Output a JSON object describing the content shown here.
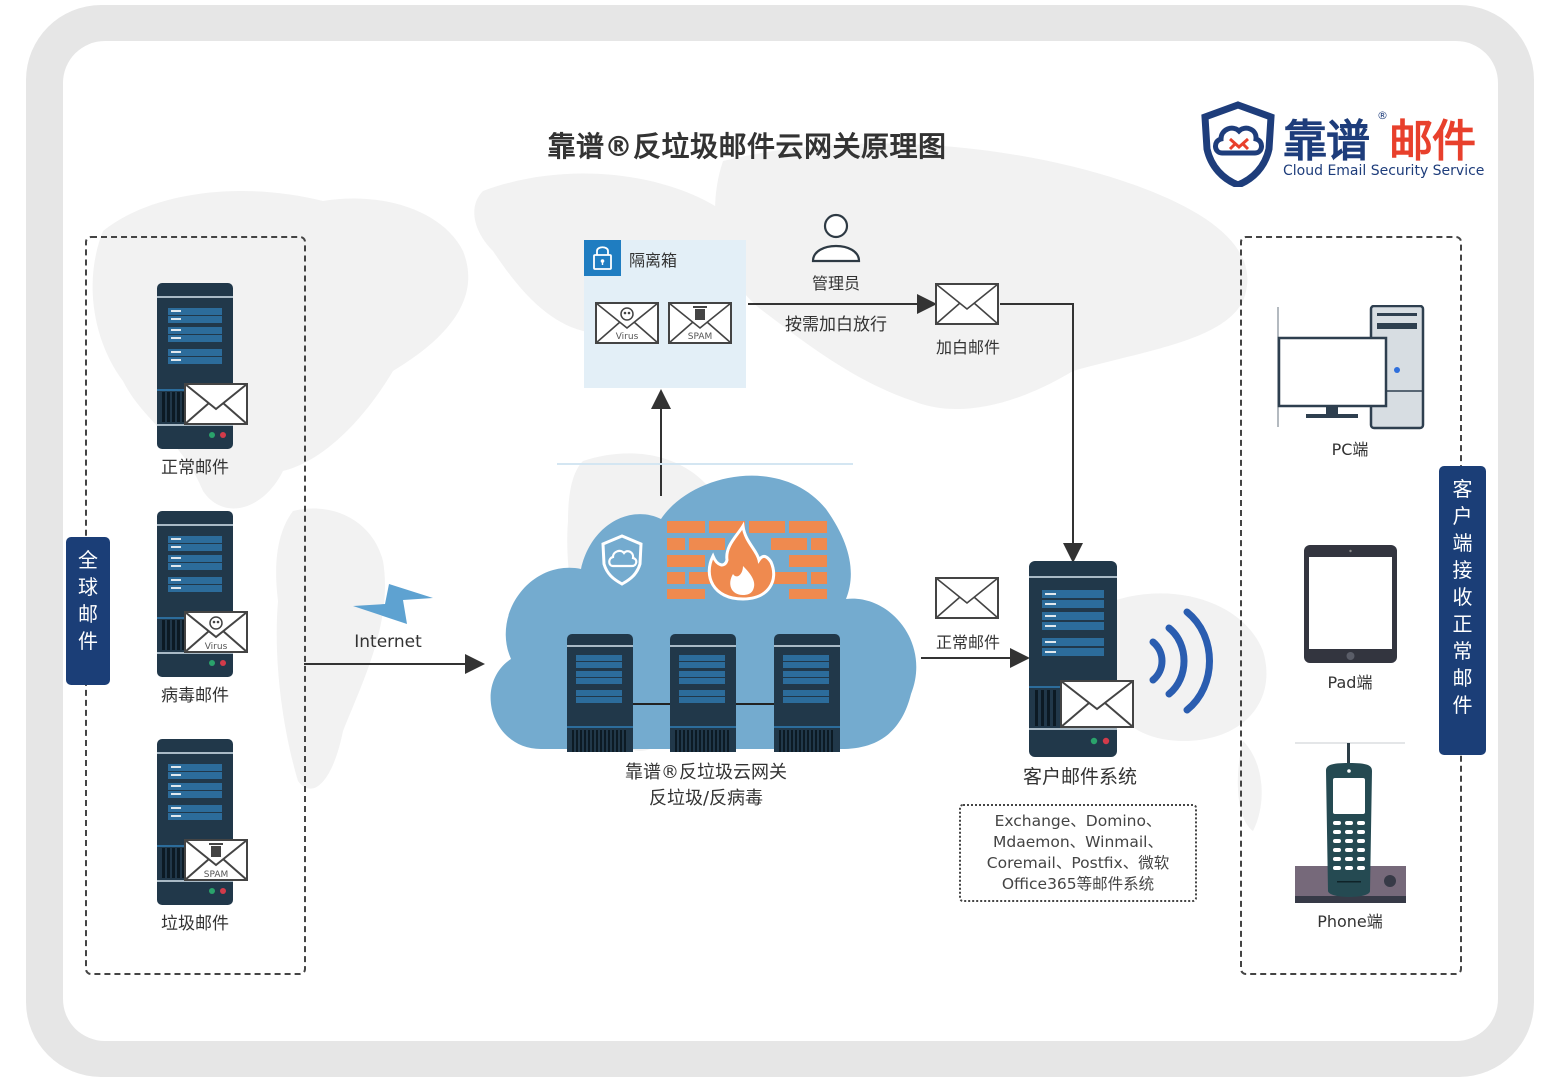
{
  "title": "靠谱®反垃圾邮件云网关原理图",
  "logo": {
    "name_part1": "靠谱",
    "registered": "®",
    "name_part2": "邮件",
    "tagline": "Cloud Email Security Service",
    "colors": {
      "primary": "#1e3d7b",
      "accent": "#e8402c"
    }
  },
  "left_panel": {
    "vertical_label": [
      "全",
      "球",
      "邮",
      "件"
    ],
    "servers": [
      {
        "label": "正常邮件",
        "envelope": "plain"
      },
      {
        "label": "病毒邮件",
        "envelope": "virus",
        "envelope_text": "Virus"
      },
      {
        "label": "垃圾邮件",
        "envelope": "spam",
        "envelope_text": "SPAM"
      }
    ]
  },
  "internet_label": "Internet",
  "quarantine": {
    "title": "隔离箱",
    "items": [
      {
        "type": "virus",
        "text": "Virus"
      },
      {
        "type": "spam",
        "text": "SPAM"
      }
    ]
  },
  "admin": {
    "label": "管理员",
    "action_label": "按需加白放行",
    "whitelist_mail_label": "加白邮件"
  },
  "gateway": {
    "line1": "靠谱®反垃圾云网关",
    "line2": "反垃圾/反病毒",
    "colors": {
      "cloud": "#74abcf",
      "firewall": "#ef8a4f"
    }
  },
  "normal_mail_label": "正常邮件",
  "customer_system": {
    "label": "客户邮件系统",
    "systems_line1": "Exchange、Domino、",
    "systems_line2": "Mdaemon、Winmail、",
    "systems_line3": "Coremail、Postfix、微软",
    "systems_line4": "Office365等邮件系统"
  },
  "right_panel": {
    "vertical_label": [
      "客",
      "户",
      "端",
      "接",
      "收",
      "正",
      "常",
      "邮",
      "件"
    ],
    "devices": [
      {
        "label": "PC端"
      },
      {
        "label": "Pad端"
      },
      {
        "label": "Phone端"
      }
    ]
  }
}
